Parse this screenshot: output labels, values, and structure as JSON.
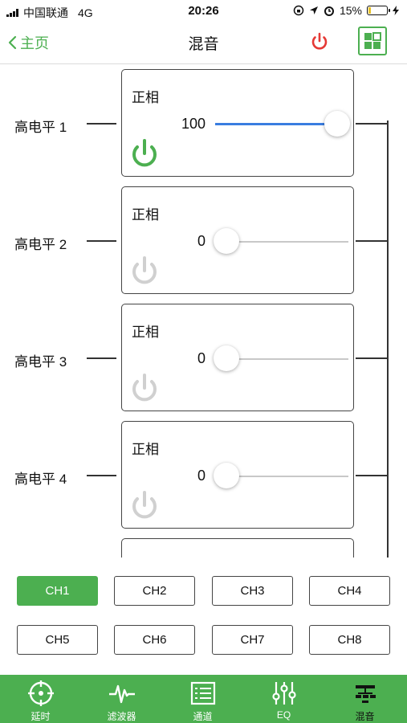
{
  "status_bar": {
    "carrier": "中国联通",
    "network": "4G",
    "time": "20:26",
    "battery": "15%",
    "battery_level": 0.15
  },
  "nav": {
    "back_label": "主页",
    "title": "混音",
    "power_icon": "power-icon",
    "layout_icon": "grid-icon"
  },
  "colors": {
    "accent": "#4caf50",
    "power_red": "#e53935",
    "slider_blue": "#3a7de0",
    "power_off_gray": "#d0d0d0"
  },
  "channels": [
    {
      "label": "高电平 1",
      "phase": "正相",
      "value": "100",
      "level": 1.0,
      "power_on": true
    },
    {
      "label": "高电平 2",
      "phase": "正相",
      "value": "0",
      "level": 0.0,
      "power_on": false
    },
    {
      "label": "高电平 3",
      "phase": "正相",
      "value": "0",
      "level": 0.0,
      "power_on": false
    },
    {
      "label": "高电平 4",
      "phase": "正相",
      "value": "0",
      "level": 0.0,
      "power_on": false
    }
  ],
  "ch_buttons": [
    {
      "label": "CH1",
      "active": true
    },
    {
      "label": "CH2",
      "active": false
    },
    {
      "label": "CH3",
      "active": false
    },
    {
      "label": "CH4",
      "active": false
    },
    {
      "label": "CH5",
      "active": false
    },
    {
      "label": "CH6",
      "active": false
    },
    {
      "label": "CH7",
      "active": false
    },
    {
      "label": "CH8",
      "active": false
    }
  ],
  "tabs": [
    {
      "label": "延时",
      "icon": "target-icon"
    },
    {
      "label": "滤波器",
      "icon": "waveform-icon"
    },
    {
      "label": "通道",
      "icon": "list-icon"
    },
    {
      "label": "EQ",
      "icon": "sliders-icon"
    },
    {
      "label": "混音",
      "icon": "mixer-icon"
    }
  ]
}
